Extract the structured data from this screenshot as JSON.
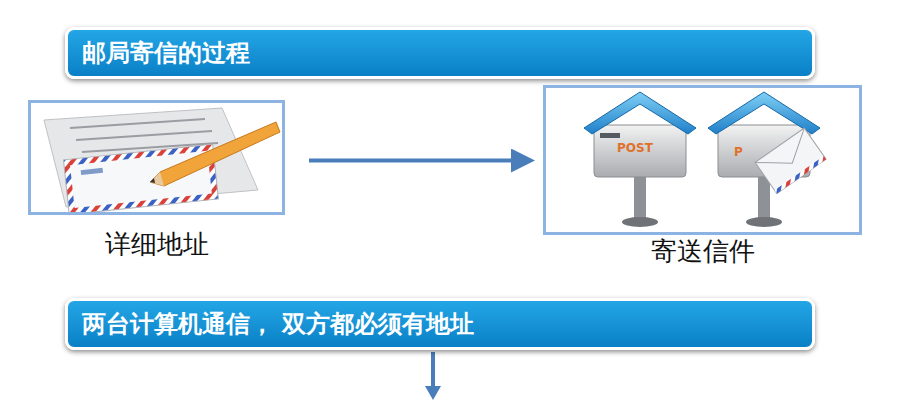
{
  "diagram": {
    "nodes": [
      {
        "text": [
          "邮局寄信的过程"
        ]
      },
      {
        "text": [
          "详细地址"
        ]
      },
      {
        "text": [
          "寄送信件"
        ]
      },
      {
        "text": [
          "两台计算机通信， 双方都必须有地址"
        ]
      }
    ],
    "edges": [
      {
        "from": 1,
        "to": 2,
        "arrow": "to"
      }
    ],
    "labels": [
      "POST"
    ]
  }
}
